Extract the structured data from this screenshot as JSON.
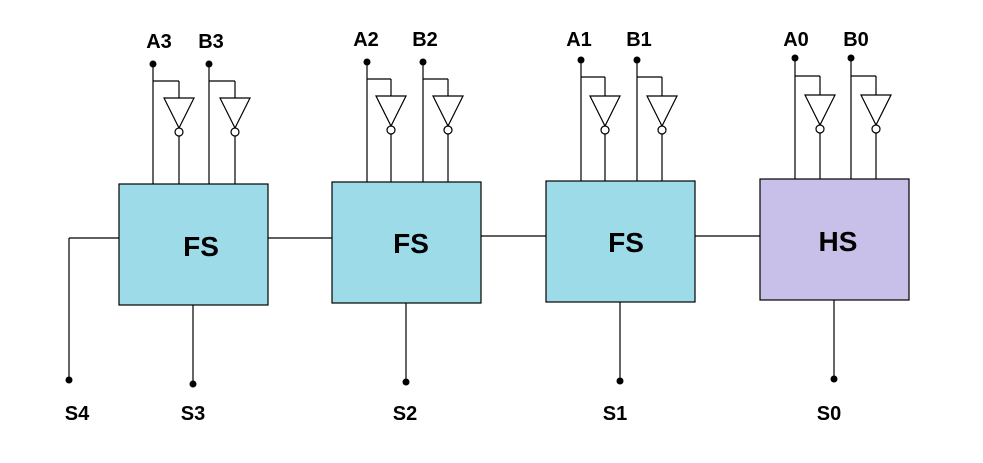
{
  "colors": {
    "full_subtractor_fill": "#9ddbe9",
    "half_subtractor_fill": "#c8c0e8",
    "inverter_fill": "#ffffff",
    "wire": "#000000"
  },
  "blocks": [
    {
      "label": "FS",
      "in_a": "A3",
      "in_b": "B3",
      "out": "S3"
    },
    {
      "label": "FS",
      "in_a": "A2",
      "in_b": "B2",
      "out": "S2"
    },
    {
      "label": "FS",
      "in_a": "A1",
      "in_b": "B1",
      "out": "S1"
    },
    {
      "label": "HS",
      "in_a": "A0",
      "in_b": "B0",
      "out": "S0"
    }
  ],
  "final_output": "S4"
}
